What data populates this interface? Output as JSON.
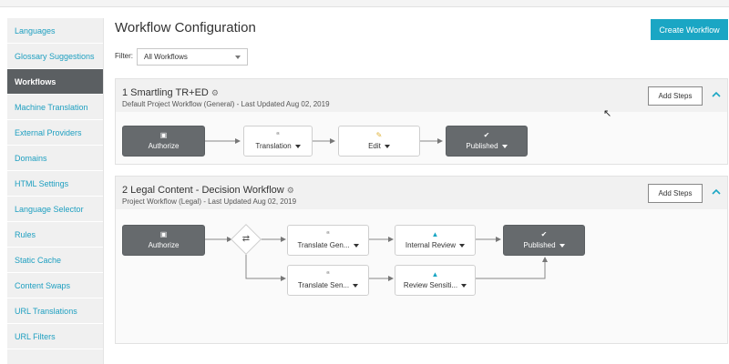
{
  "sidebar": {
    "items": [
      {
        "label": "Languages",
        "active": false
      },
      {
        "label": "Glossary Suggestions",
        "active": false
      },
      {
        "label": "Workflows",
        "active": true
      },
      {
        "label": "Machine Translation",
        "active": false
      },
      {
        "label": "External Providers",
        "active": false
      },
      {
        "label": "Domains",
        "active": false
      },
      {
        "label": "HTML Settings",
        "active": false
      },
      {
        "label": "Language Selector",
        "active": false
      },
      {
        "label": "Rules",
        "active": false
      },
      {
        "label": "Static Cache",
        "active": false
      },
      {
        "label": "Content Swaps",
        "active": false
      },
      {
        "label": "URL Translations",
        "active": false
      },
      {
        "label": "URL Filters",
        "active": false
      }
    ]
  },
  "header": {
    "title": "Workflow Configuration",
    "create_label": "Create Workflow",
    "filter_label": "Filter:",
    "filter_value": "All Workflows"
  },
  "workflows": [
    {
      "title": "1 Smartling TR+ED",
      "subtitle": "Default Project Workflow (General) - Last Updated Aug 02, 2019",
      "add_steps_label": "Add Steps",
      "steps": [
        {
          "label": "Authorize",
          "icon": "lock-icon"
        },
        {
          "label": "Translation",
          "icon": "quote-icon"
        },
        {
          "label": "Edit",
          "icon": "pencil-icon"
        },
        {
          "label": "Published",
          "icon": "check-circle-icon"
        }
      ]
    },
    {
      "title": "2 Legal Content - Decision Workflow",
      "subtitle": "Project Workflow (Legal) - Last Updated Aug 02, 2019",
      "add_steps_label": "Add Steps",
      "steps": [
        {
          "label": "Authorize",
          "icon": "lock-icon"
        },
        {
          "label": "Translate Gen...",
          "icon": "quote-icon"
        },
        {
          "label": "Internal Review",
          "icon": "thumbs-up-icon"
        },
        {
          "label": "Published",
          "icon": "check-circle-icon"
        },
        {
          "label": "Translate Sen...",
          "icon": "quote-icon"
        },
        {
          "label": "Review Sensiti...",
          "icon": "thumbs-up-icon"
        }
      ]
    }
  ],
  "colors": {
    "accent": "#1aa6c4",
    "sidebar_active": "#5b5f62",
    "node_dark": "#666a6d"
  }
}
